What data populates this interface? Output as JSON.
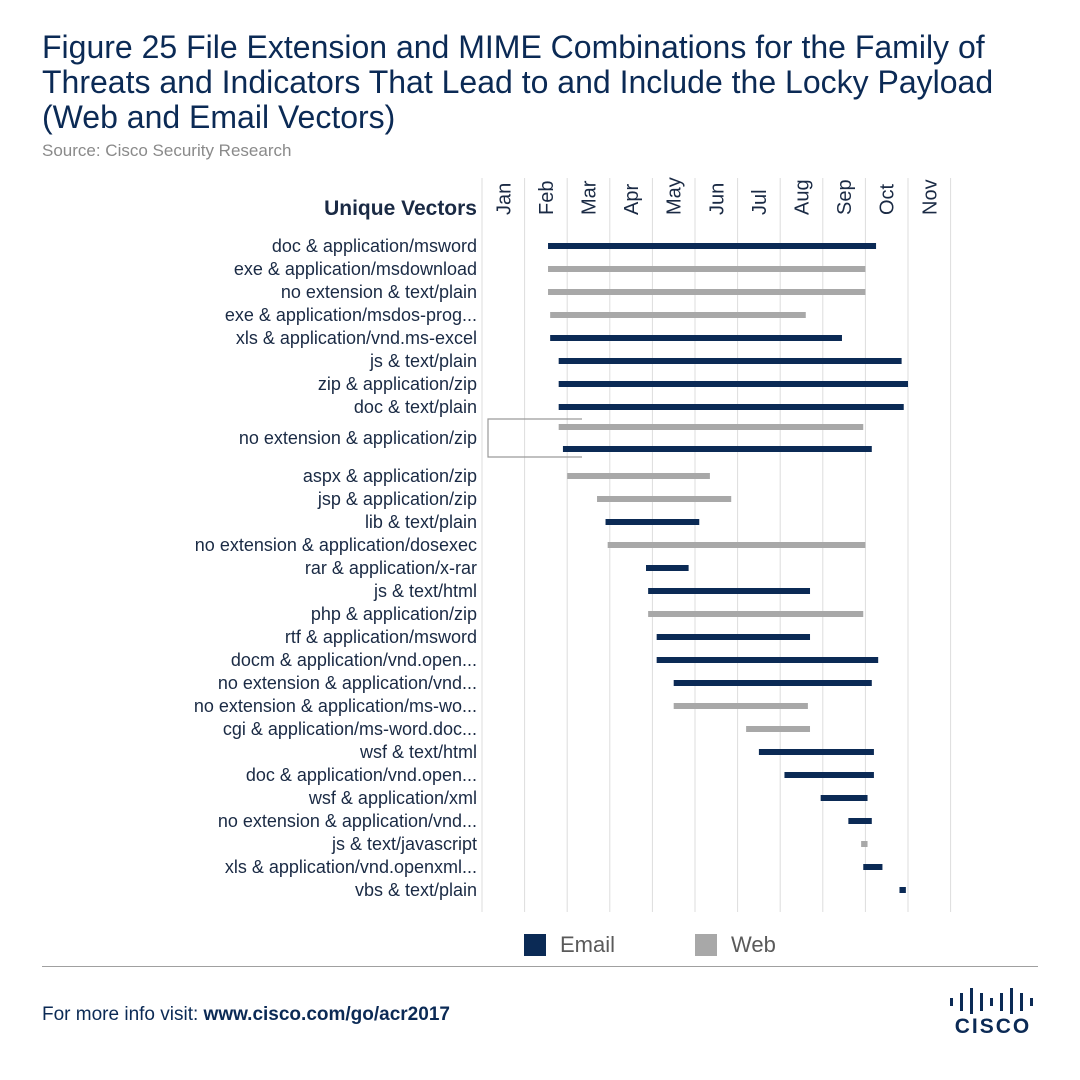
{
  "header": {
    "title": "Figure 25  File Extension and MIME Combinations for the Family of Threats and Indicators That Lead to and Include the Locky Payload (Web and Email Vectors)",
    "source": "Source: Cisco Security Research"
  },
  "colors": {
    "email": "#0b2a55",
    "web": "#a8a8a8",
    "grid": "#dddddd",
    "bracket": "#9a9a9a"
  },
  "chart_data": {
    "type": "gantt",
    "row_axis_label": "Unique Vectors",
    "months": [
      "Jan",
      "Feb",
      "Mar",
      "Apr",
      "May",
      "Jun",
      "Jul",
      "Aug",
      "Sep",
      "Oct",
      "Nov"
    ],
    "x_unit": "month index (0 = start of Jan)",
    "xlim": [
      0,
      10.2
    ],
    "grid": true,
    "legend": [
      {
        "name": "Email",
        "color": "#0b2a55"
      },
      {
        "name": "Web",
        "color": "#a8a8a8"
      }
    ],
    "legend_position": "bottom",
    "rows": [
      {
        "label": "doc & application/msword",
        "bars": [
          {
            "series": "Email",
            "start": 1.55,
            "end": 9.25
          }
        ]
      },
      {
        "label": "exe & application/msdownload",
        "bars": [
          {
            "series": "Web",
            "start": 1.55,
            "end": 9.0
          }
        ]
      },
      {
        "label": "no extension & text/plain",
        "bars": [
          {
            "series": "Web",
            "start": 1.55,
            "end": 9.0
          }
        ]
      },
      {
        "label": "exe & application/msdos-prog...",
        "bars": [
          {
            "series": "Web",
            "start": 1.6,
            "end": 7.6
          }
        ]
      },
      {
        "label": "xls & application/vnd.ms-excel",
        "bars": [
          {
            "series": "Email",
            "start": 1.6,
            "end": 8.45
          }
        ]
      },
      {
        "label": "js & text/plain",
        "bars": [
          {
            "series": "Email",
            "start": 1.8,
            "end": 9.85
          }
        ]
      },
      {
        "label": "zip & application/zip",
        "bars": [
          {
            "series": "Email",
            "start": 1.8,
            "end": 10.0
          }
        ]
      },
      {
        "label": "doc & text/plain",
        "bars": [
          {
            "series": "Email",
            "start": 1.8,
            "end": 9.9
          }
        ]
      },
      {
        "label": "no extension & application/zip",
        "double": true,
        "bars": [
          {
            "series": "Web",
            "start": 1.8,
            "end": 8.95
          },
          {
            "series": "Email",
            "start": 1.9,
            "end": 9.15
          }
        ]
      },
      {
        "label": "aspx & application/zip",
        "bars": [
          {
            "series": "Web",
            "start": 2.0,
            "end": 5.35
          }
        ]
      },
      {
        "label": "jsp & application/zip",
        "bars": [
          {
            "series": "Web",
            "start": 2.7,
            "end": 5.85
          }
        ]
      },
      {
        "label": "lib & text/plain",
        "bars": [
          {
            "series": "Email",
            "start": 2.9,
            "end": 5.1
          }
        ]
      },
      {
        "label": "no extension & application/dosexec",
        "bars": [
          {
            "series": "Web",
            "start": 2.95,
            "end": 9.0
          }
        ]
      },
      {
        "label": "rar & application/x-rar",
        "bars": [
          {
            "series": "Email",
            "start": 3.85,
            "end": 4.85
          }
        ]
      },
      {
        "label": "js & text/html",
        "bars": [
          {
            "series": "Email",
            "start": 3.9,
            "end": 7.7
          }
        ]
      },
      {
        "label": "php & application/zip",
        "bars": [
          {
            "series": "Web",
            "start": 3.9,
            "end": 8.95
          }
        ]
      },
      {
        "label": "rtf & application/msword",
        "bars": [
          {
            "series": "Email",
            "start": 4.1,
            "end": 7.7
          }
        ]
      },
      {
        "label": "docm & application/vnd.open...",
        "bars": [
          {
            "series": "Email",
            "start": 4.1,
            "end": 9.3
          }
        ]
      },
      {
        "label": "no extension & application/vnd...",
        "bars": [
          {
            "series": "Email",
            "start": 4.5,
            "end": 9.15
          }
        ]
      },
      {
        "label": "no extension & application/ms-wo...",
        "bars": [
          {
            "series": "Web",
            "start": 4.5,
            "end": 7.65
          }
        ]
      },
      {
        "label": "cgi & application/ms-word.doc...",
        "bars": [
          {
            "series": "Web",
            "start": 6.2,
            "end": 7.7
          }
        ]
      },
      {
        "label": "wsf & text/html",
        "bars": [
          {
            "series": "Email",
            "start": 6.5,
            "end": 9.2
          }
        ]
      },
      {
        "label": "doc & application/vnd.open...",
        "bars": [
          {
            "series": "Email",
            "start": 7.1,
            "end": 9.2
          }
        ]
      },
      {
        "label": "wsf & application/xml",
        "bars": [
          {
            "series": "Email",
            "start": 7.95,
            "end": 9.05
          }
        ]
      },
      {
        "label": "no extension & application/vnd...",
        "bars": [
          {
            "series": "Email",
            "start": 8.6,
            "end": 9.15
          }
        ]
      },
      {
        "label": "js & text/javascript",
        "bars": [
          {
            "series": "Web",
            "start": 8.9,
            "end": 9.05
          }
        ]
      },
      {
        "label": "xls & application/vnd.openxml...",
        "bars": [
          {
            "series": "Email",
            "start": 8.95,
            "end": 9.4
          }
        ]
      },
      {
        "label": "vbs & text/plain",
        "bars": [
          {
            "series": "Email",
            "start": 9.8,
            "end": 9.95
          }
        ]
      }
    ]
  },
  "footer": {
    "prefix": "For more info visit: ",
    "link": "www.cisco.com/go/acr2017",
    "brand": "CISCO"
  }
}
